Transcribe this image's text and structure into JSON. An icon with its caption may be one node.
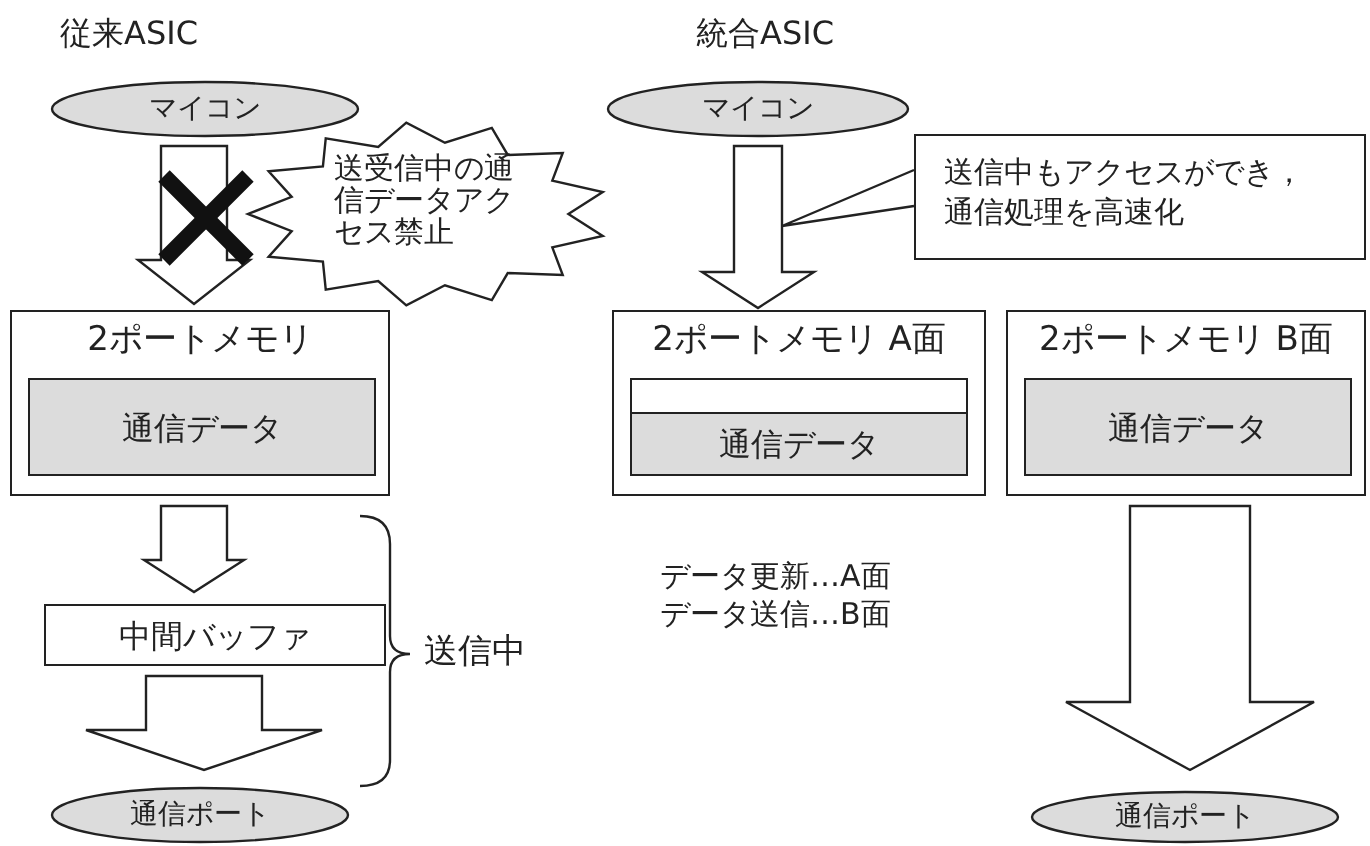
{
  "diagram": {
    "nodes": [
      {
        "text": [
          "マイコン"
        ]
      },
      {
        "text": [
          "送受信中の通信データアクセス禁止"
        ]
      },
      {
        "text": [
          "2ポートメモリ"
        ]
      },
      {
        "text": [
          "通信データ"
        ],
        "in": 2
      },
      {
        "text": [
          "中間バッファ"
        ]
      },
      {
        "text": [
          "通信ポート"
        ]
      },
      {
        "text": [
          "マイコン"
        ]
      },
      {
        "text": [
          "送信中もアクセスができ，通信処理を高速化"
        ]
      },
      {
        "text": [
          "2ポートメモリ A面"
        ]
      },
      {
        "text": [],
        "shape": "box",
        "in": 8
      },
      {
        "text": [
          "通信データ"
        ],
        "in": 8
      },
      {
        "text": [
          "2ポートメモリ B面"
        ]
      },
      {
        "text": [
          "通信データ"
        ],
        "in": 11
      },
      {
        "text": [
          "通信ポート"
        ]
      }
    ],
    "edges": [
      {
        "from": 0,
        "to": 2,
        "arrow": "to"
      },
      {
        "from": 2,
        "to": 4,
        "arrow": "to"
      },
      {
        "from": 4,
        "to": 5,
        "arrow": "to"
      },
      {
        "from": 6,
        "to": 8,
        "arrow": "to"
      },
      {
        "from": 7,
        "to": null,
        "arrow": "none"
      },
      {
        "from": 11,
        "to": 13,
        "arrow": "to"
      }
    ],
    "labels": [
      "従来ASIC",
      "統合ASIC",
      "送信中",
      "データ更新…A面",
      "データ送信…B面"
    ]
  }
}
